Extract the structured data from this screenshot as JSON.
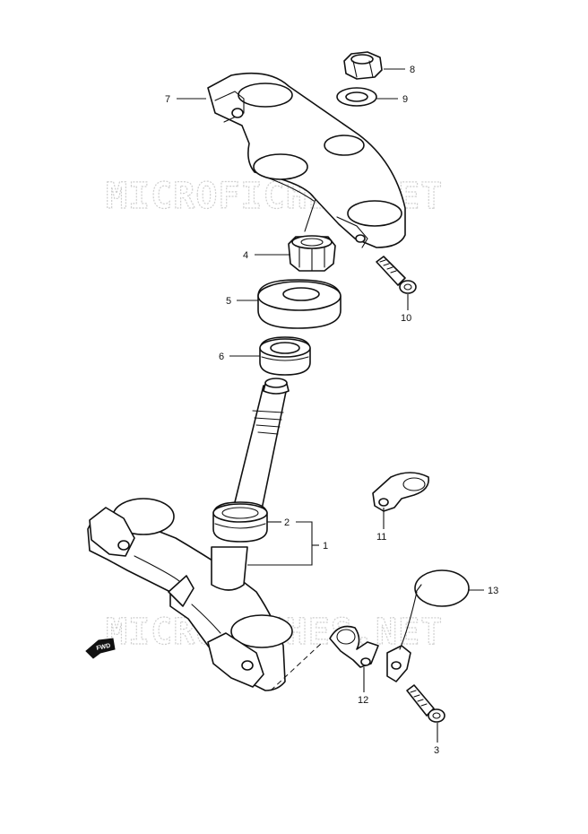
{
  "watermark": "MICROFICHES.NET",
  "fwd_label": "FWD",
  "callouts": {
    "c1": "1",
    "c2": "2",
    "c3": "3",
    "c4": "4",
    "c5": "5",
    "c6": "6",
    "c7": "7",
    "c8": "8",
    "c9": "9",
    "c10": "10",
    "c11": "11",
    "c12": "12",
    "c13": "13"
  }
}
